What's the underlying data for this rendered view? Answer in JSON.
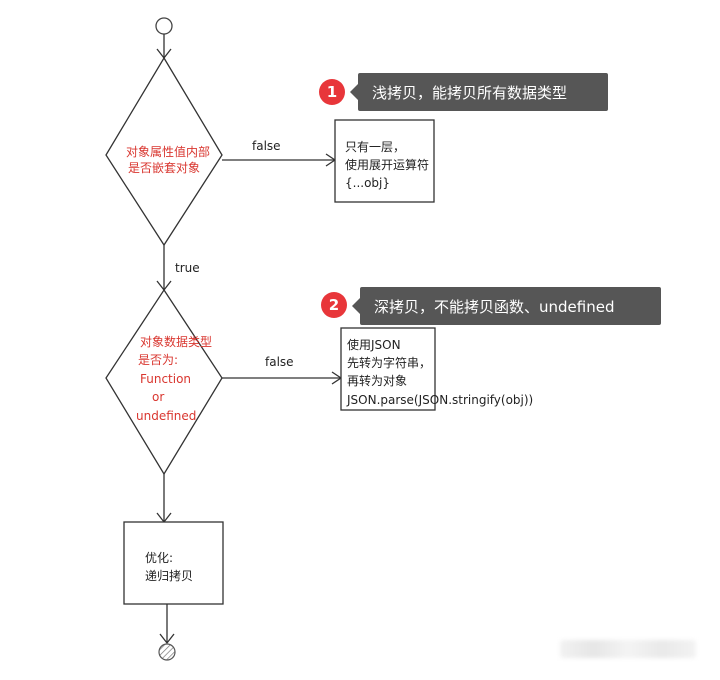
{
  "callouts": [
    {
      "number": "1",
      "text": "浅拷贝，能拷贝所有数据类型"
    },
    {
      "number": "2",
      "text": "深拷贝，不能拷贝函数、undefined"
    }
  ],
  "decision1": {
    "line1": "对象属性值内部",
    "line2": "是否嵌套对象"
  },
  "decision2": {
    "line1": "对象数据类型",
    "line2": "是否为:",
    "line3": "Function",
    "line4": "or",
    "line5": "undefined"
  },
  "edges": {
    "false1": "false",
    "true1": "true",
    "false2": "false"
  },
  "box_shallow": {
    "line1": "只有一层，",
    "line2": "使用展开运算符",
    "line3": "{...obj}"
  },
  "box_deep": {
    "line1": "使用JSON",
    "line2": "先转为字符串，",
    "line3": "再转为对象",
    "line4": "JSON.parse(JSON.stringify(obj))"
  },
  "box_optimize": {
    "line1": "优化:",
    "line2": "递归拷贝"
  },
  "colors": {
    "decision_text": "#d9362f",
    "callout_bg": "#565656",
    "badge": "#e8363a"
  }
}
